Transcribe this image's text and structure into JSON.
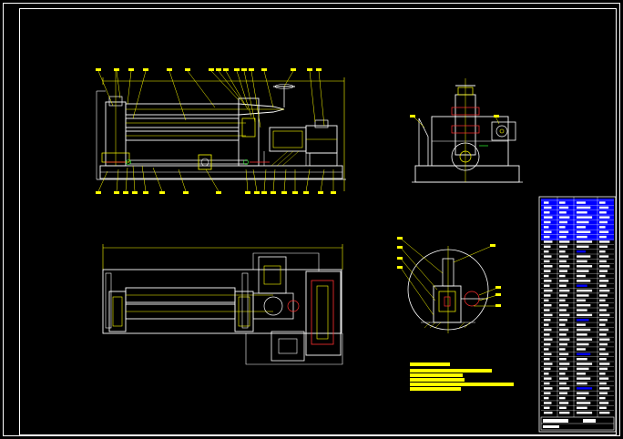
{
  "drawing": {
    "background": "#000000",
    "colors": {
      "frame": "#ffffff",
      "primary": "#ffffff",
      "secondary": "#ffff00",
      "highlight": "#0000ff",
      "leader": "#ffff00",
      "red": "#ff3030",
      "green": "#30ff30",
      "cyan": "#40ffff"
    },
    "views": [
      "front-view",
      "top-view",
      "side-view",
      "section-detail"
    ],
    "title_block": {
      "caption": "",
      "row_count": 44
    },
    "technical_notes": {
      "line_count": 6
    }
  }
}
